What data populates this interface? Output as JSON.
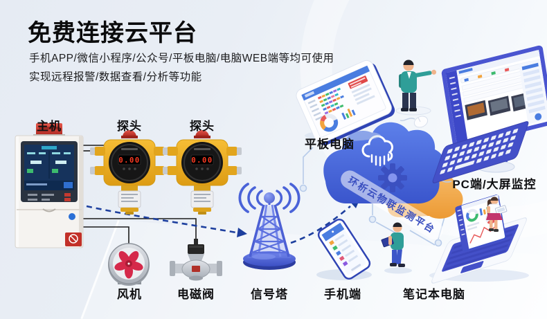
{
  "header": {
    "title": "免费连接云平台",
    "subtitle_line1": "手机APP/微信小程序/公众号/平板电脑/电脑WEB端等均可使用",
    "subtitle_line2": "实现远程报警/数据查看/分析等功能"
  },
  "cloud": {
    "platform_name": "环析云物联监测平台"
  },
  "probes": {
    "display": "0.00"
  },
  "devices": {
    "host": {
      "label": "主机"
    },
    "probe1": {
      "label": "探头"
    },
    "probe2": {
      "label": "探头"
    },
    "tablet": {
      "label": "平板电脑"
    },
    "pc": {
      "label": "PC端/大屏监控"
    },
    "fan": {
      "label": "风机"
    },
    "valve": {
      "label": "电磁阀"
    },
    "tower": {
      "label": "信号塔"
    },
    "phone": {
      "label": "手机端"
    },
    "laptop": {
      "label": "笔记本电脑"
    }
  },
  "colors": {
    "accent_blue": "#3b50c8",
    "dashed_line": "#1d3f9e",
    "cloud_blue": "#4a6fe0",
    "cloud_orange": "#f2a44e",
    "probe_yellow": "#eeac20",
    "alarm_red": "#c8352b"
  }
}
